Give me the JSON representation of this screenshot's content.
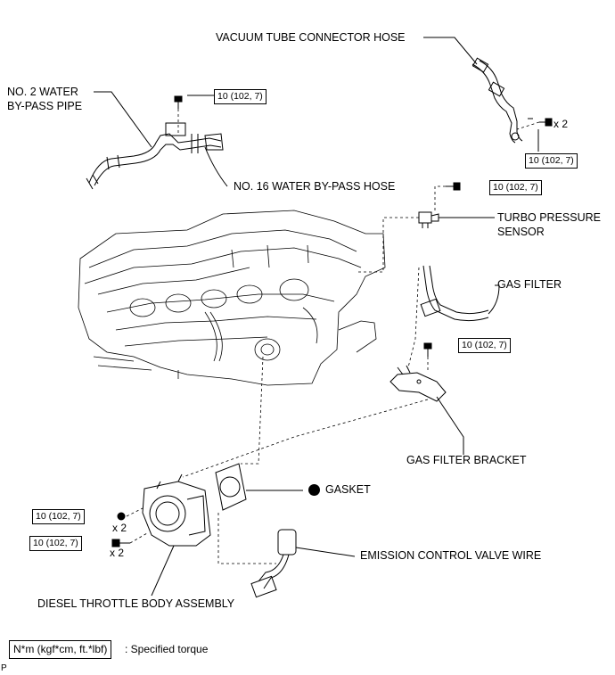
{
  "labels": {
    "vacuum_tube_connector_hose": "VACUUM TUBE CONNECTOR HOSE",
    "no2_water_bypass_pipe_line1": "NO. 2 WATER",
    "no2_water_bypass_pipe_line2": "BY-PASS PIPE",
    "no16_water_bypass_hose": "NO. 16 WATER BY-PASS HOSE",
    "turbo_pressure_sensor_line1": "TURBO PRESSURE",
    "turbo_pressure_sensor_line2": "SENSOR",
    "gas_filter": "GAS FILTER",
    "gas_filter_bracket": "GAS FILTER BRACKET",
    "gasket": "GASKET",
    "emission_control_valve_wire": "EMISSION CONTROL VALVE WIRE",
    "diesel_throttle_body_assembly": "DIESEL THROTTLE BODY ASSEMBLY"
  },
  "torques": {
    "water_pipe_bolt": "10 (102, 7)",
    "vacuum_hose_bolt": "10 (102, 7)",
    "turbo_sensor_bolt": "10 (102, 7)",
    "bracket_bolt": "10 (102, 7)",
    "throttle_nut": "10 (102, 7)",
    "throttle_bolt": "10 (102, 7)"
  },
  "multipliers": {
    "vacuum_hose": "x 2",
    "throttle_nut": "x 2",
    "throttle_bolt": "x 2"
  },
  "legend": {
    "unit": "N*m (kgf*cm, ft.*lbf)",
    "meaning": ": Specified torque"
  },
  "corner_mark": "P"
}
